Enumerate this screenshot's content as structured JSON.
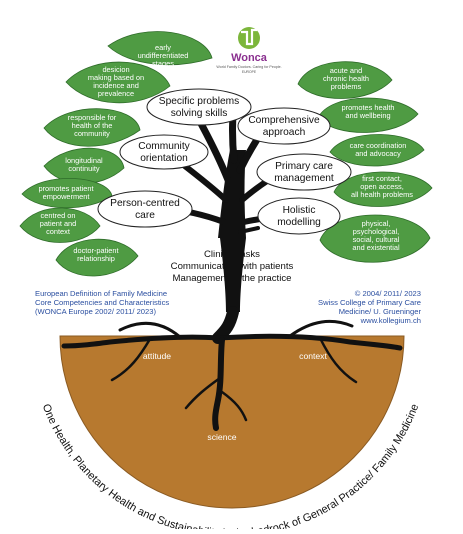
{
  "logo": {
    "name": "Wonca",
    "tagline": "World Family Doctors. Caring for People.",
    "sub": "EUROPE",
    "color": "#7cb63b",
    "text_color": "#8a2f8f"
  },
  "leaves_left": [
    {
      "lines": [
        "early",
        "undifferentiated",
        "stages"
      ]
    },
    {
      "lines": [
        "desicion",
        "making based on",
        "incidence and",
        "prevalence"
      ]
    },
    {
      "lines": [
        "responsible for",
        "health of the",
        "community"
      ]
    },
    {
      "lines": [
        "longitudinal",
        "continuity"
      ]
    },
    {
      "lines": [
        "promotes patient",
        "empowerment"
      ]
    },
    {
      "lines": [
        "centred on",
        "patient and",
        "context"
      ]
    },
    {
      "lines": [
        "doctor-patient",
        "relationship"
      ]
    }
  ],
  "leaves_right": [
    {
      "lines": [
        "acute and",
        "chronic health",
        "problems"
      ]
    },
    {
      "lines": [
        "promotes health",
        "and wellbeing"
      ]
    },
    {
      "lines": [
        "care coordination",
        "and advocacy"
      ]
    },
    {
      "lines": [
        "first contact,",
        "open access,",
        "all health problems"
      ]
    },
    {
      "lines": [
        "physical,",
        "psychological,",
        "social, cultural",
        "and existential"
      ]
    }
  ],
  "competencies": [
    {
      "lines": [
        "Specific problems",
        "solving skills"
      ]
    },
    {
      "lines": [
        "Comprehensive",
        "approach"
      ]
    },
    {
      "lines": [
        "Community",
        "orientation"
      ]
    },
    {
      "lines": [
        "Primary care",
        "management"
      ]
    },
    {
      "lines": [
        "Person-centred",
        "care"
      ]
    },
    {
      "lines": [
        "Holistic",
        "modelling"
      ]
    }
  ],
  "tasks": [
    "Clinical tasks",
    "Communication with patients",
    "Management of the practice"
  ],
  "source_left": [
    "European Definition of Family Medicine",
    "Core Competencies and Characteristics",
    "(WONCA Europe 2002/ 2011/ 2023)"
  ],
  "source_right": [
    "© 2004/ 2011/ 2023",
    "Swiss College of Primary Care",
    "Medicine/ U. Grueninger",
    "www.kollegium.ch"
  ],
  "roots": {
    "left": "attitude",
    "right": "context",
    "bottom": "science"
  },
  "arc_text": "One Health, Planetary Health and Sustainability is the bedrock of General Practice/ Family Medicine",
  "colors": {
    "leaf": "#4f9b43",
    "soil": "#b7792f",
    "blue_text": "#2b4fa0"
  }
}
